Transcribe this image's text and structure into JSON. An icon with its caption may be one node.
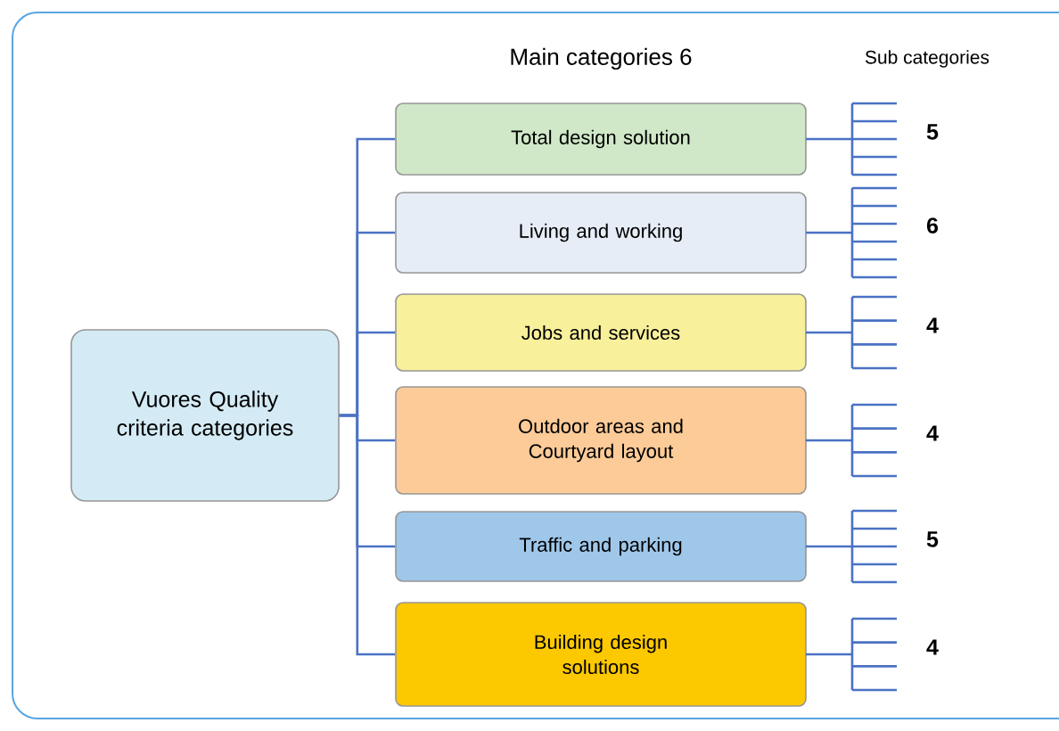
{
  "diagram": {
    "nodes": [
      {
        "text": [
          "Vuores Quality criteria categories"
        ]
      },
      {
        "text": [
          "Total design solution"
        ]
      },
      {
        "text": [
          "Living and working"
        ]
      },
      {
        "text": [
          "Jobs and services"
        ]
      },
      {
        "text": [
          "Outdoor areas and Courtyard  layout"
        ]
      },
      {
        "text": [
          "Traffic and parking"
        ]
      },
      {
        "text": [
          "Building design solutions"
        ]
      }
    ],
    "edges": [
      {
        "from": 0,
        "to": 1,
        "arrow": "none"
      },
      {
        "from": 0,
        "to": 2,
        "arrow": "none"
      },
      {
        "from": 0,
        "to": 3,
        "arrow": "none"
      },
      {
        "from": 0,
        "to": 4,
        "arrow": "none"
      },
      {
        "from": 0,
        "to": 5,
        "arrow": "none"
      },
      {
        "from": 0,
        "to": 6,
        "arrow": "none"
      }
    ],
    "labels": [
      "Main categories 6",
      "Sub categories",
      "5",
      "6",
      "4",
      "4",
      "5",
      "4"
    ]
  }
}
